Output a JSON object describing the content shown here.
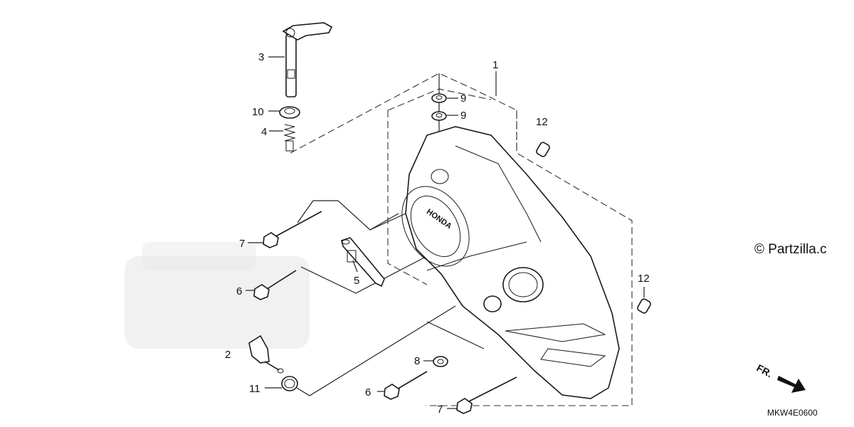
{
  "diagram": {
    "callouts": [
      "1",
      "2",
      "3",
      "4",
      "5",
      "6",
      "7",
      "8",
      "9",
      "10",
      "11",
      "12"
    ],
    "watermark": "© Partzilla.c",
    "direction": "FR.",
    "drawing_code": "MKW4E0600",
    "logo_text": "HONDA"
  }
}
